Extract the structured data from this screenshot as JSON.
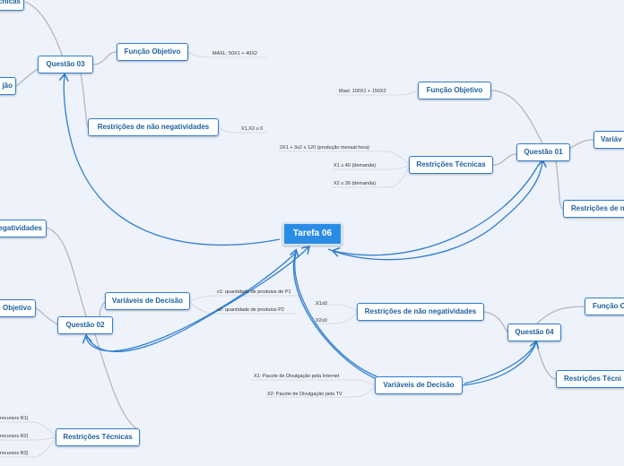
{
  "central": {
    "label": "Tarefa 06"
  },
  "q03": {
    "title": "Questão 03",
    "funcao": "Função Objetivo",
    "funcao_leaf": "MAXL: 50X1 + 40X2",
    "restr_nn": "Restrições de não negatividades",
    "restr_nn_leaf": "X1,X2 ≥ 0",
    "cut_top": "cnicas",
    "cut_left": "jão"
  },
  "q01": {
    "title": "Questão 01",
    "funcao": "Função Objetivo",
    "funcao_leaf": "Maxl: 100X1 + 150X2",
    "restr_tec": "Restrições Técnicas",
    "restr_tec_leaves": [
      "2X1 + 3x2 ≤ 120 (produção mensal hora)",
      "X1 ≤ 40 (demanda)",
      "X2 ≤ 30 (demanda)"
    ],
    "cut_var": "Variáv",
    "cut_restr": "Restrições de n"
  },
  "q02": {
    "title": "Questão 02",
    "variaveis": "Variáveis de Decisão",
    "variaveis_leaves": [
      "x1: quantidade de produtos de P1",
      "x2: quantidade de produtos P2"
    ],
    "restr_tec": "Restrições Técnicas",
    "restr_tec_leaves": [
      "recursos R1)",
      "recursos R2)",
      "recursos R3)"
    ],
    "cut_neg": "egatividades",
    "cut_obj": "Objetivo"
  },
  "q04": {
    "title": "Questão 04",
    "restr_nn": "Restrições de não negatividades",
    "restr_nn_leaves": [
      "X1≥0",
      "X2≥0"
    ],
    "variaveis": "Variáveis de Decisão",
    "variaveis_leaves": [
      "X1: Pacote de Divulgação pela Internet",
      "X2: Pacote de Divulgação pela TV"
    ],
    "cut_func": "Função O",
    "cut_restr": "Restrições Técni"
  }
}
